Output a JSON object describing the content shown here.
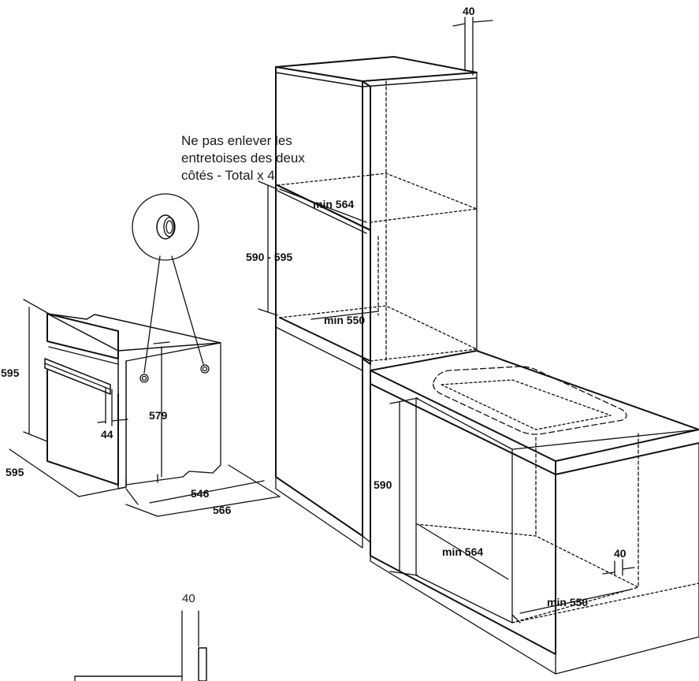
{
  "note": {
    "line1": "Ne pas enlever les",
    "line2": "entretoises des deux",
    "line3": "côtés - Total x 4"
  },
  "dims": {
    "oven_height": "595",
    "oven_width": "595",
    "oven_inner_height": "579",
    "oven_panel": "44",
    "oven_depth_inner": "546",
    "oven_depth_total": "566",
    "col_height": "590 - 595",
    "col_width": "min 564",
    "col_depth": "min 550",
    "col_top_gap": "40",
    "under_height": "590",
    "under_width": "min 564",
    "under_depth": "min 550",
    "under_gap": "40",
    "detail_gap": "40"
  }
}
